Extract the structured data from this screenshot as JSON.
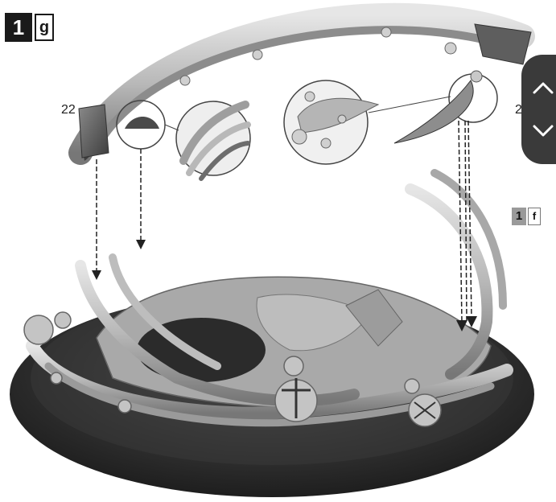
{
  "step": {
    "number": "1",
    "letter": "g"
  },
  "reference_step": {
    "number": "1",
    "letter": "f"
  },
  "part_labels": {
    "left": "22",
    "right": "2"
  },
  "navigation": {
    "up_icon": "chevron-up-icon",
    "down_icon": "chevron-down-icon"
  },
  "colors": {
    "badge_dark": "#1a1a1a",
    "nav_bg": "#3a3a3a",
    "model_light": "#c9c9c9",
    "model_dark": "#5a5a5a",
    "base_dark": "#2e2e2e"
  }
}
